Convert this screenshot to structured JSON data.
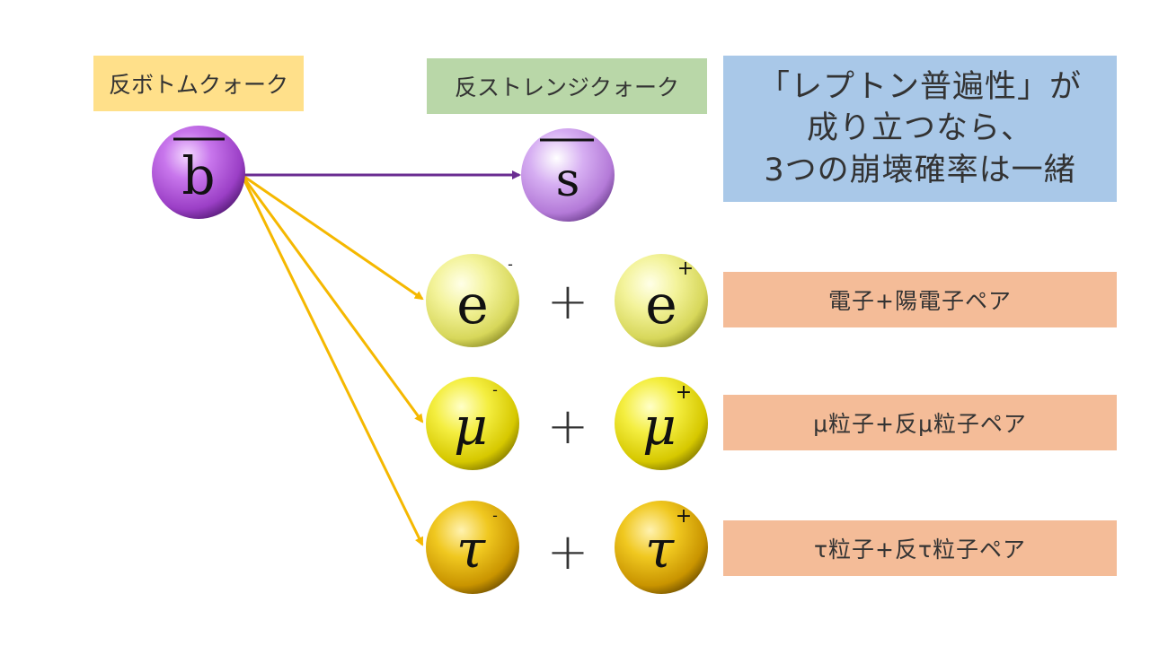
{
  "labels": {
    "anti_bottom": "反ボトムクォーク",
    "anti_strange": "反ストレンジクォーク",
    "universality": [
      "「レプトン普遍性」が",
      "成り立つなら、",
      "3つの崩壊確率は一緒"
    ]
  },
  "particles": {
    "anti_bottom": "b",
    "anti_strange": "s",
    "electron": {
      "symbol": "e",
      "charge": "-"
    },
    "positron": {
      "symbol": "e",
      "charge": "+"
    },
    "muon": {
      "symbol": "μ",
      "charge": "-"
    },
    "anti_muon": {
      "symbol": "μ",
      "charge": "+"
    },
    "tau": {
      "symbol": "τ",
      "charge": "-"
    },
    "anti_tau": {
      "symbol": "τ",
      "charge": "+"
    },
    "plus_sign": "+"
  },
  "pairs": {
    "electron": "電子+陽電子ペア",
    "muon": "μ粒子+反μ粒子ペア",
    "tau": "τ粒子+反τ粒子ペア"
  },
  "colors": {
    "anti_bottom_label_bg": "#ffe08a",
    "anti_strange_label_bg": "#b9d7a8",
    "universality_bg": "#a9c8e8",
    "pair_bg": "#f4bc98",
    "purple_arrow": "#6a2c91",
    "yellow_arrow": "#f5b800",
    "quark_ball": "#b04fd9",
    "electron_ball": "#ecec70",
    "muon_ball": "#e9e020",
    "tau_ball": "#e6b400"
  }
}
